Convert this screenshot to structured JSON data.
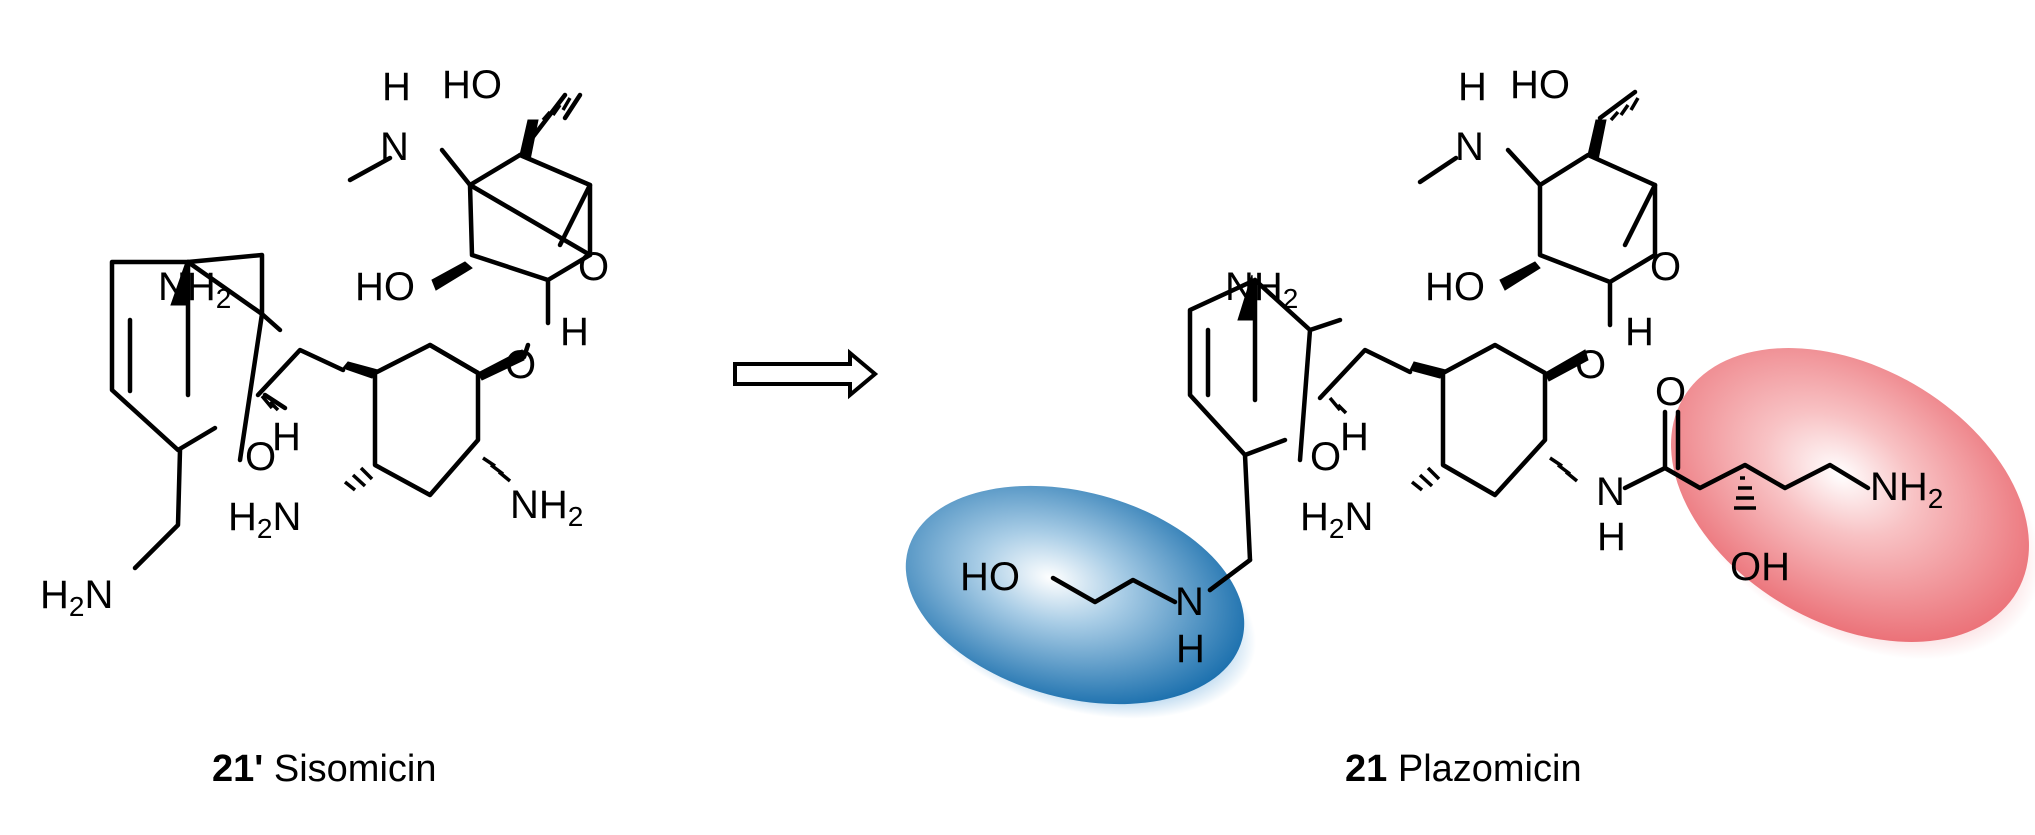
{
  "compounds": [
    {
      "number": "21'",
      "name": "Sisomicin"
    },
    {
      "number": "21",
      "name": "Plazomicin"
    }
  ],
  "arrow": "retrosynthetic",
  "highlight_colors": {
    "blue": "#1f78b8",
    "red": "#f07a80"
  }
}
